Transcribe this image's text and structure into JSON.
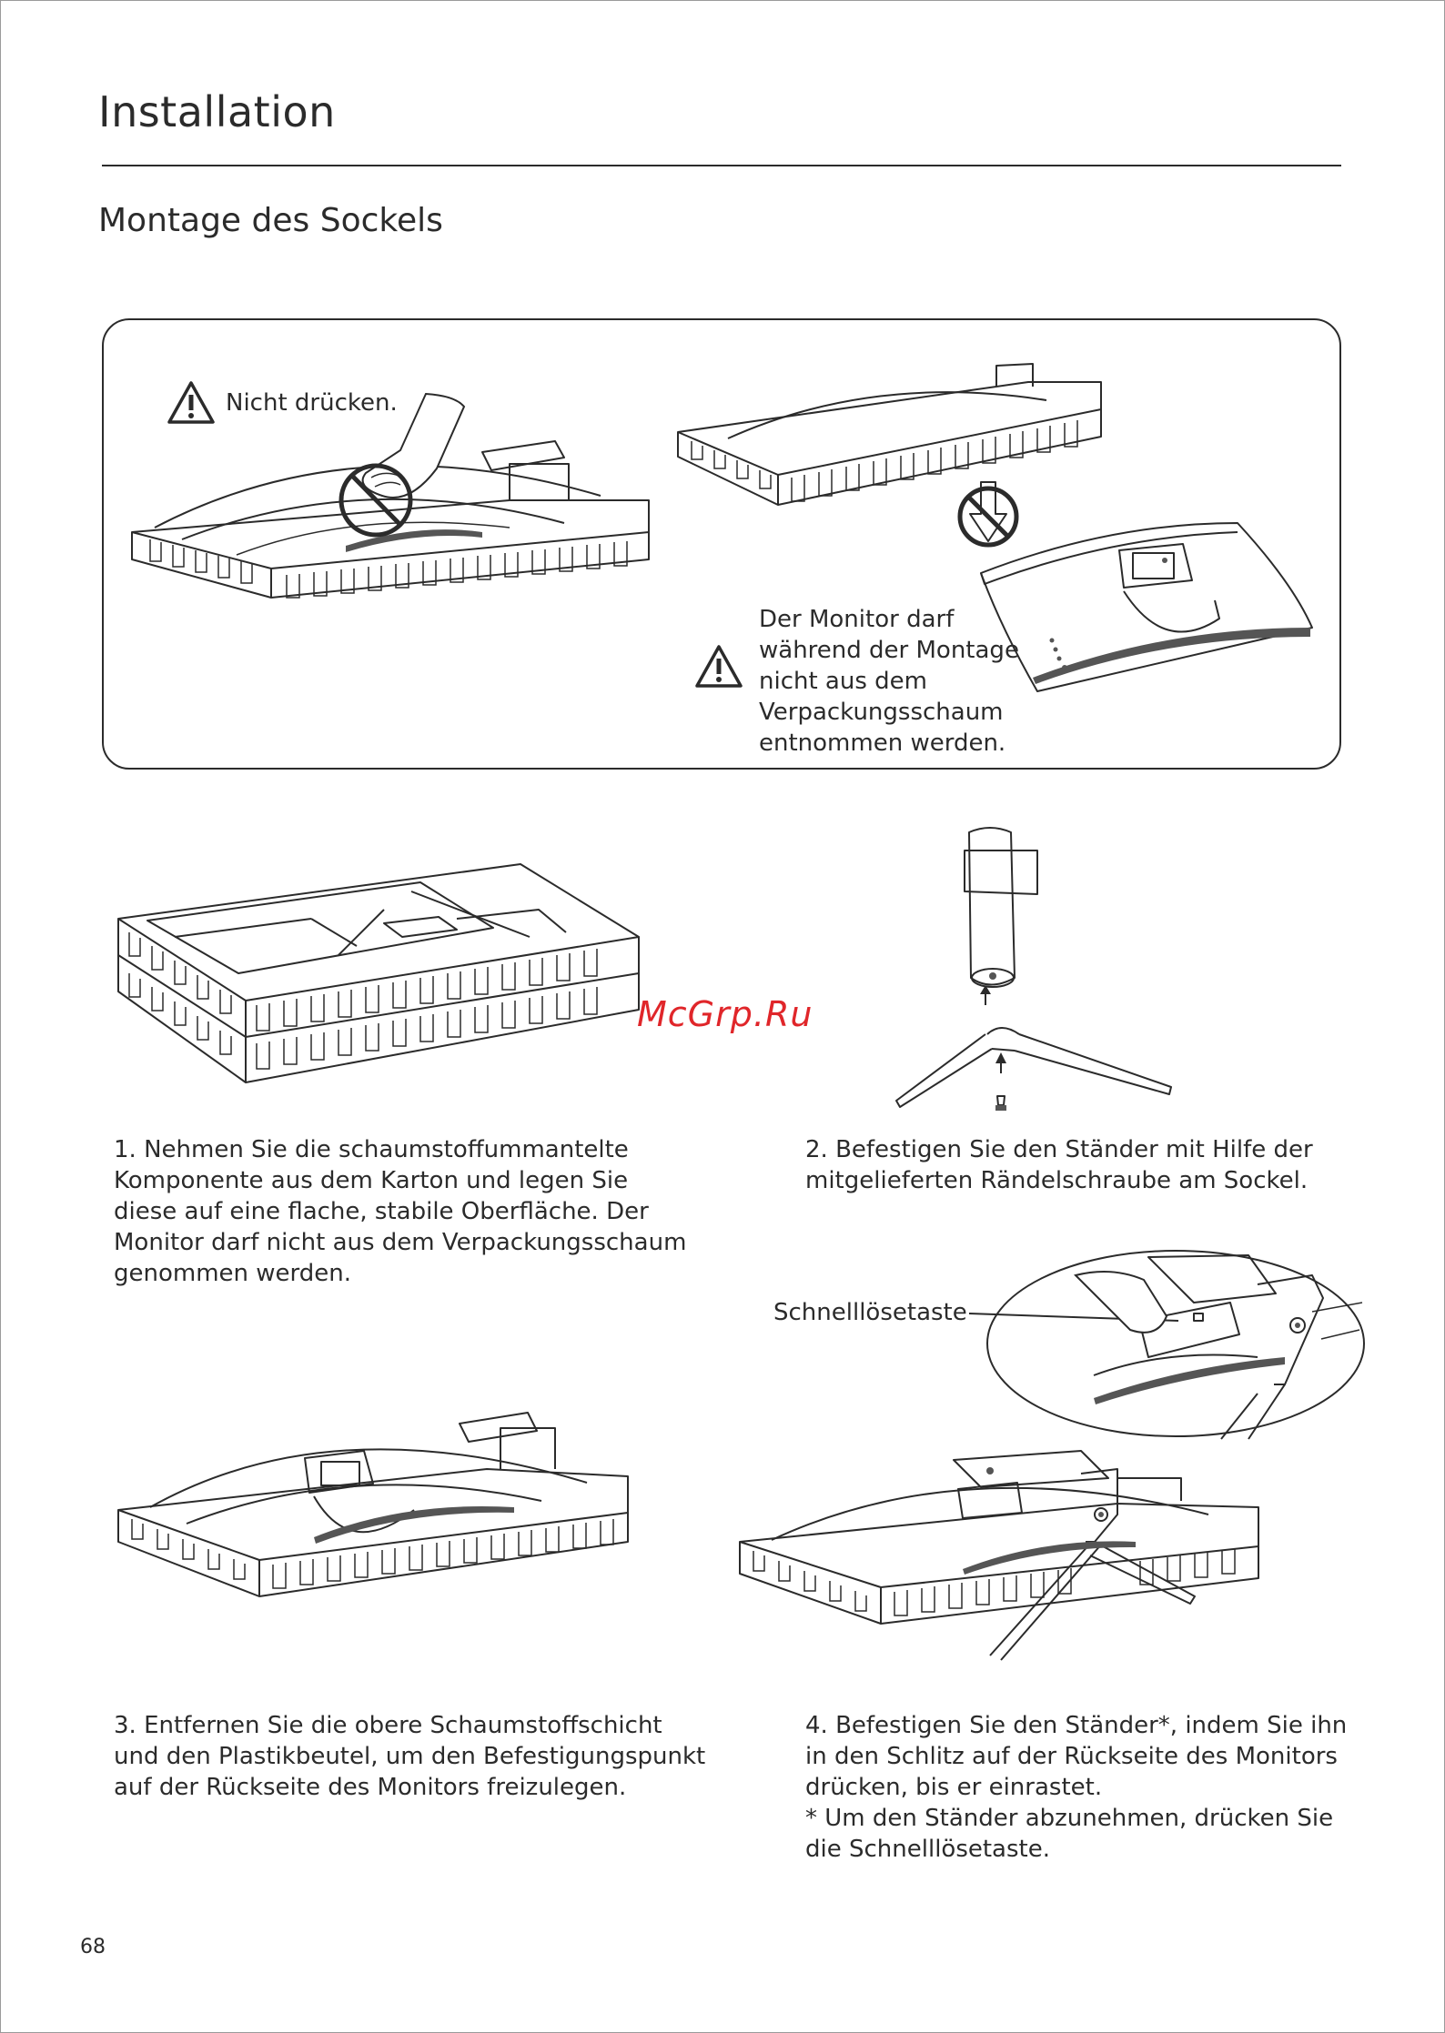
{
  "page": {
    "title": "Installation",
    "subtitle": "Montage des Sockels",
    "page_number": "68",
    "watermark": "McGrp.Ru"
  },
  "warnings": {
    "no_press": "Nicht drücken.",
    "keep_in_foam": [
      "Der Monitor darf",
      "während der Montage",
      "nicht aus dem",
      "Verpackungsschaum",
      "entnommen werden."
    ]
  },
  "callouts": {
    "quick_release": "Schnelllösetaste"
  },
  "steps": [
    {
      "lines": [
        "1. Nehmen Sie die schaumstoffummantelte",
        "Komponente aus dem Karton und legen Sie",
        "diese auf eine flache, stabile Oberfläche. Der",
        "Monitor darf nicht aus dem Verpackungsschaum",
        "genommen werden."
      ]
    },
    {
      "lines": [
        "2. Befestigen Sie den Ständer mit Hilfe der",
        "mitgelieferten Rändelschraube am Sockel."
      ]
    },
    {
      "lines": [
        "3. Entfernen Sie die obere Schaumstoffschicht",
        "und den Plastikbeutel, um den Befestigungspunkt",
        "auf der Rückseite des Monitors freizulegen."
      ]
    },
    {
      "lines": [
        "4. Befestigen Sie den Ständer*, indem Sie ihn",
        "in den Schlitz auf der Rückseite des Monitors",
        "drücken, bis er einrastet.",
        "* Um den Ständer abzunehmen, drücken Sie",
        "die Schnelllösetaste."
      ]
    }
  ],
  "icons": [
    "warning-triangle-icon",
    "prohibition-icon",
    "arrow-up-icon"
  ]
}
